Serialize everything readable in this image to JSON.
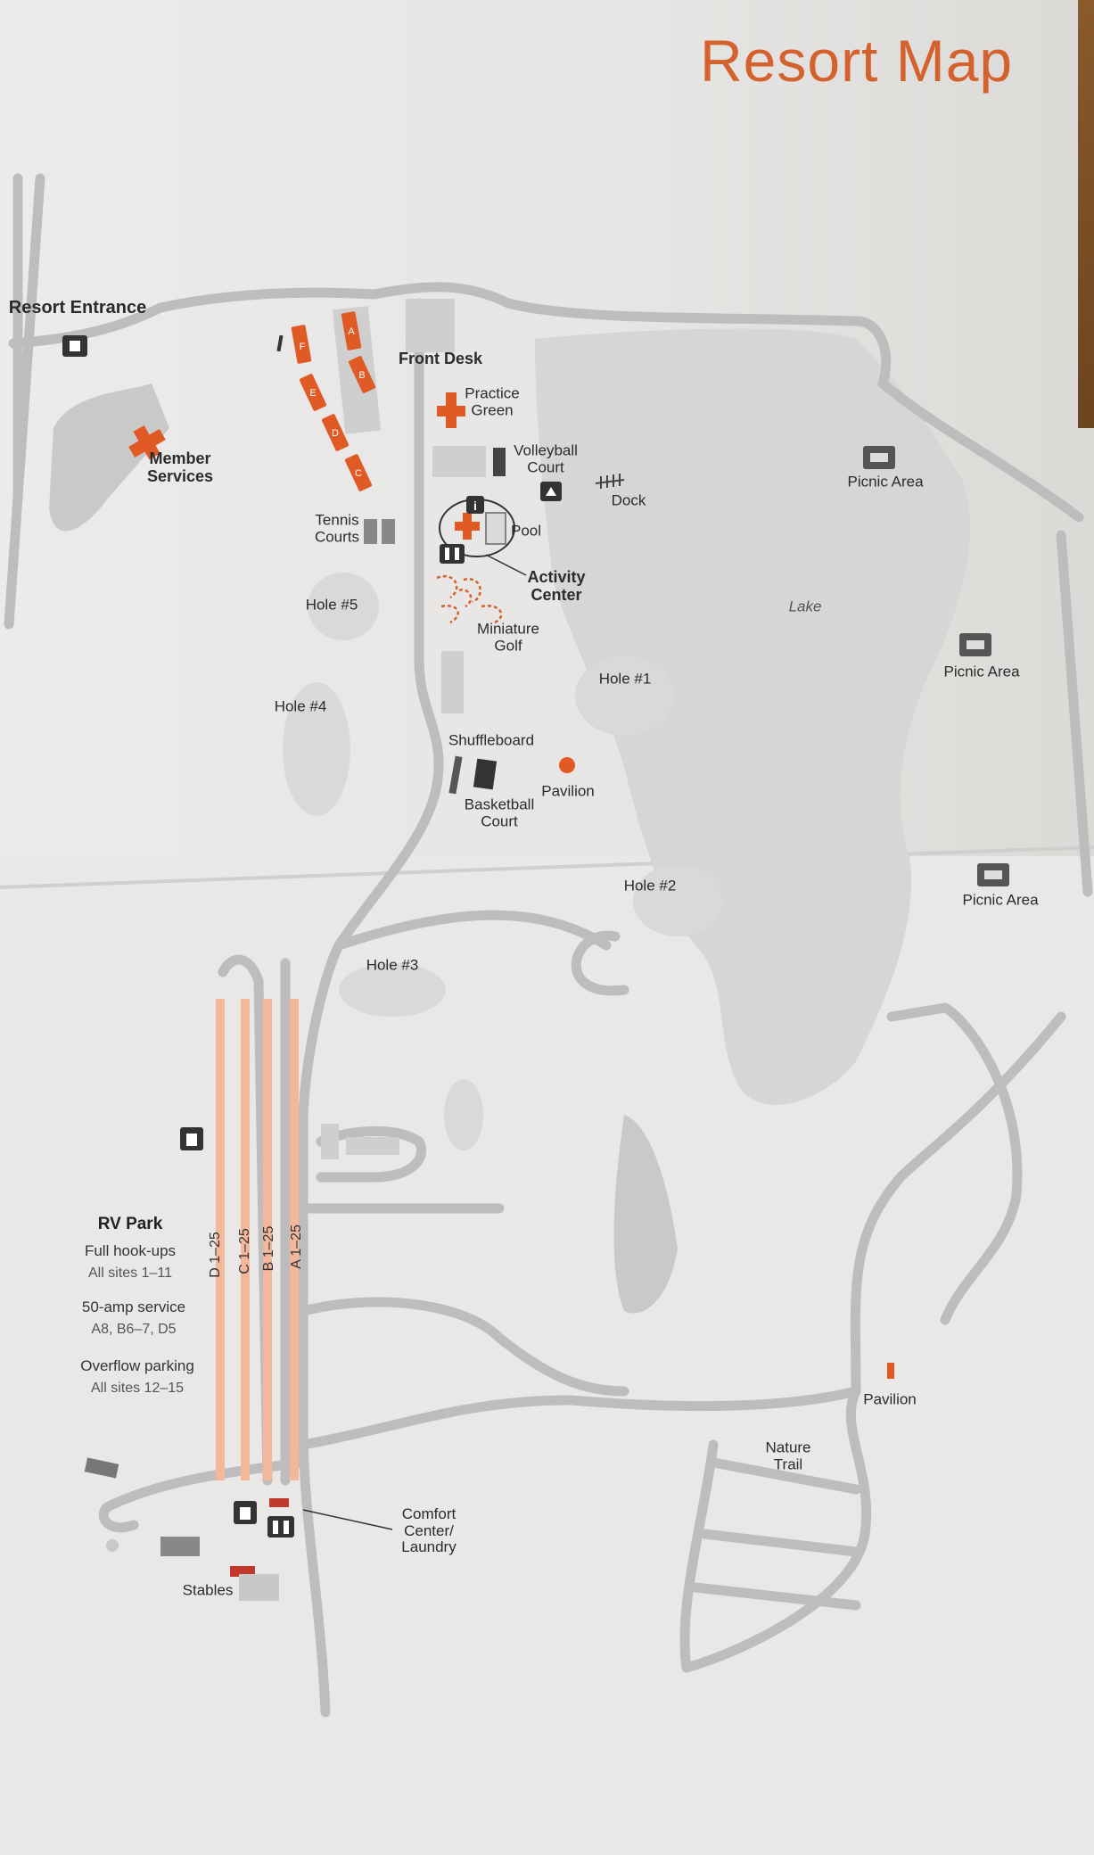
{
  "title": "Resort Map",
  "accent_color": "#d4622f",
  "road_color": "#bdbdbd",
  "area_color": "#d4d4d4",
  "labels": {
    "resort_entrance": "Resort Entrance",
    "member_services": "Member Services",
    "front_desk": "Front Desk",
    "practice_green": "Practice Green",
    "volleyball_court": "Volleyball Court",
    "dock": "Dock",
    "picnic_area_1": "Picnic Area",
    "tennis_courts": "Tennis Courts",
    "pool": "Pool",
    "activity_center": "Activity Center",
    "hole_5": "Hole #5",
    "miniature_golf": "Miniature Golf",
    "lake": "Lake",
    "picnic_area_2": "Picnic Area",
    "hole_1": "Hole #1",
    "hole_4": "Hole #4",
    "shuffleboard": "Shuffleboard",
    "pavilion_1": "Pavilion",
    "basketball_court": "Basketball Court",
    "hole_2": "Hole #2",
    "picnic_area_3": "Picnic Area",
    "hole_3": "Hole #3",
    "pavilion_2": "Pavilion",
    "nature_trail": "Nature Trail",
    "comfort_center": "Comfort Center/ Laundry",
    "stables": "Stables"
  },
  "buildings": [
    "A",
    "B",
    "C",
    "D",
    "E",
    "F"
  ],
  "rv_park": {
    "title": "RV Park",
    "full_hookups": "Full hook-ups",
    "full_hookups_sites": "All sites 1–11",
    "amp_service": "50-amp service",
    "amp_service_sites": "A8, B6–7, D5",
    "overflow": "Overflow parking",
    "overflow_sites": "All sites 12–15",
    "rows": [
      "D 1–25",
      "C 1–25",
      "B 1–25",
      "A 1–25"
    ]
  },
  "icons": [
    "info-icon",
    "restroom-icon",
    "trash-icon",
    "picnic-table-icon",
    "lifeguard-icon",
    "entrance-icon",
    "dock-icon"
  ]
}
